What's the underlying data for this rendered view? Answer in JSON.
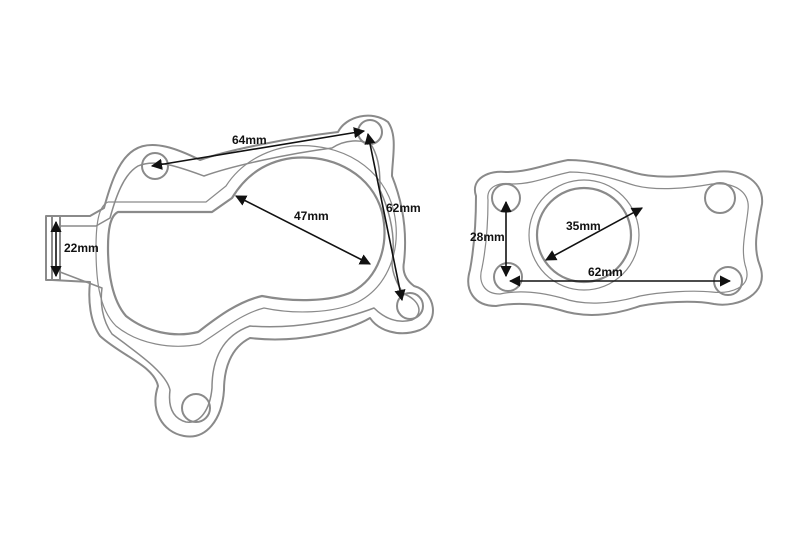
{
  "diagram": {
    "line_color": "#8a8a8a",
    "arrow_color": "#111111",
    "background": "#ffffff",
    "parts": [
      {
        "name": "turbo-inlet-gasket",
        "dimensions": [
          {
            "id": "bolt-spacing-top",
            "label": "64mm"
          },
          {
            "id": "bore-diameter",
            "label": "47mm"
          },
          {
            "id": "bolt-spacing-right",
            "label": "62mm"
          },
          {
            "id": "tab-width",
            "label": "22mm"
          }
        ]
      },
      {
        "name": "turbo-outlet-gasket",
        "dimensions": [
          {
            "id": "bore-diameter",
            "label": "35mm"
          },
          {
            "id": "bolt-spacing-vertical",
            "label": "28mm"
          },
          {
            "id": "bolt-spacing-horizontal",
            "label": "62mm"
          }
        ]
      }
    ]
  }
}
